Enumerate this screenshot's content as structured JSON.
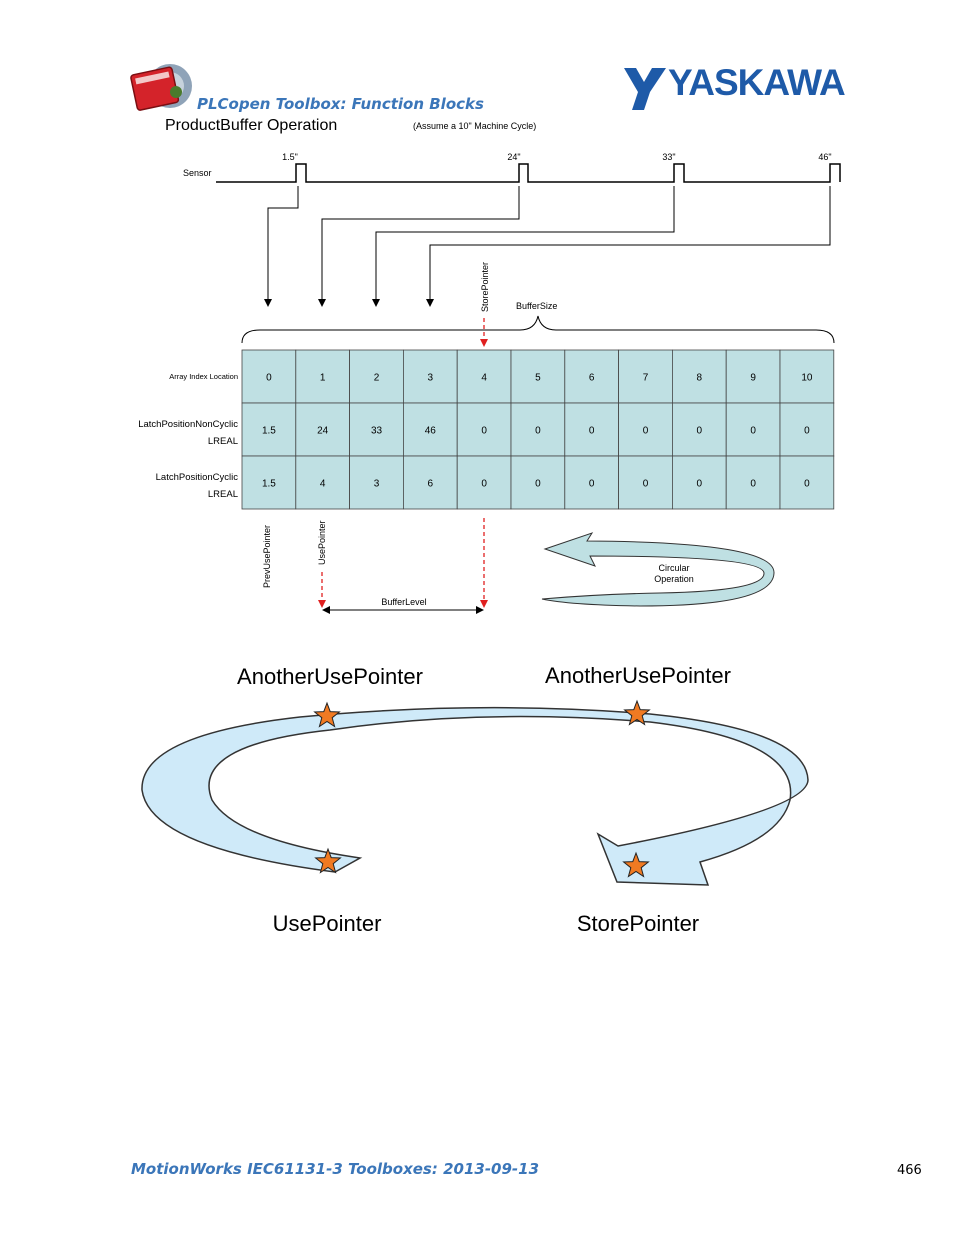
{
  "header": {
    "title": "PLCopen Toolbox: Function Blocks",
    "brand": "YASKAWA"
  },
  "diagram": {
    "title": "ProductBuffer Operation",
    "note": "(Assume a 10\" Machine Cycle)",
    "sensor_label": "Sensor",
    "pulses": [
      "1.5\"",
      "24\"",
      "33\"",
      "46\""
    ],
    "store_pointer_label": "StorePointer",
    "buffer_size_label": "BufferSize",
    "rows": [
      {
        "label": [
          "Array Index Location"
        ],
        "values": [
          "0",
          "1",
          "2",
          "3",
          "4",
          "5",
          "6",
          "7",
          "8",
          "9",
          "10"
        ]
      },
      {
        "label": [
          "LatchPositionNonCyclic",
          "LREAL"
        ],
        "values": [
          "1.5",
          "24",
          "33",
          "46",
          "0",
          "0",
          "0",
          "0",
          "0",
          "0",
          "0"
        ]
      },
      {
        "label": [
          "LatchPositionCyclic",
          "LREAL"
        ],
        "values": [
          "1.5",
          "4",
          "3",
          "6",
          "0",
          "0",
          "0",
          "0",
          "0",
          "0",
          "0"
        ]
      }
    ],
    "prev_use_pointer_label": "PrevUsePointer",
    "use_pointer_label": "UsePointer",
    "buffer_level_label": "BufferLevel",
    "circular_label": [
      "Circular",
      "Operation"
    ]
  },
  "ring": {
    "labels": {
      "top_left": "AnotherUsePointer",
      "top_right": "AnotherUsePointer",
      "bottom_left": "UsePointer",
      "bottom_right": "StorePointer"
    }
  },
  "footer": {
    "title": "MotionWorks IEC61131-3 Toolboxes: 2013-09-13",
    "page": "466"
  },
  "colors": {
    "accent": "#3b76b9",
    "cell_fill": "#bfe0e3",
    "ring_fill": "#cfeaf9",
    "star": "#f07a22",
    "pointer_red": "#e02020"
  }
}
